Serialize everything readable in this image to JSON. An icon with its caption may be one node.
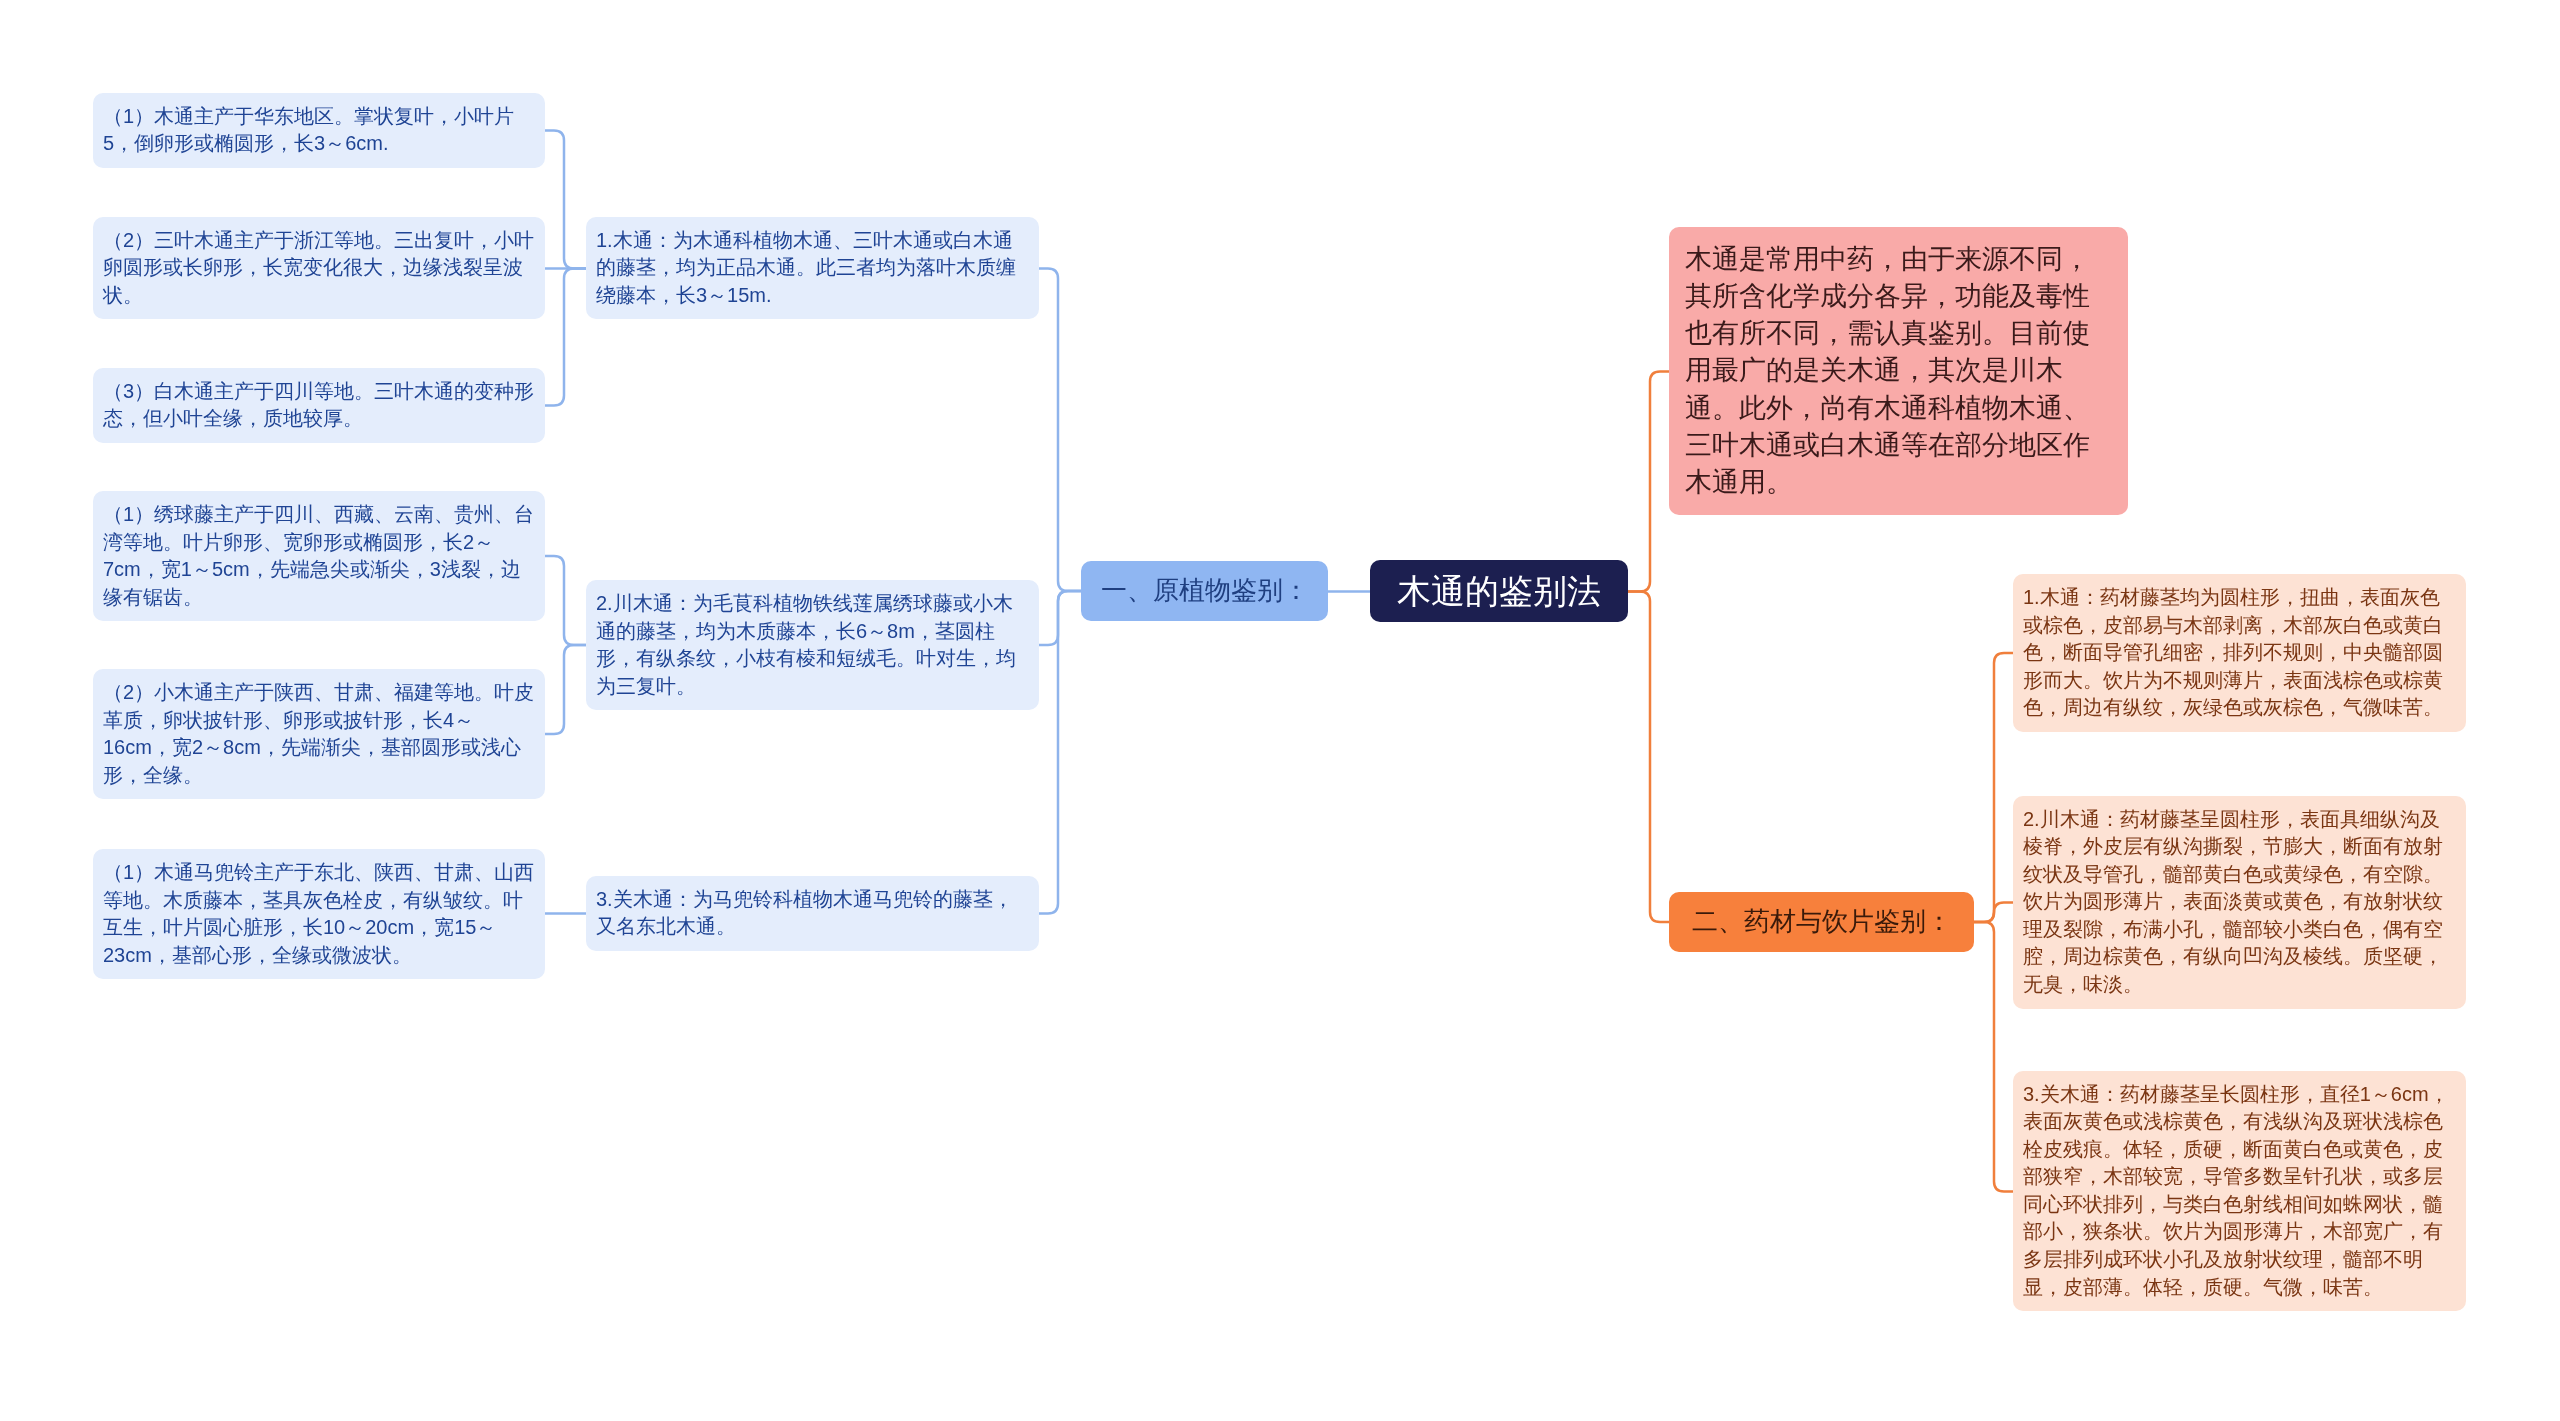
{
  "diagram": {
    "nodes": [
      {
        "text": [
          "木通的鉴别法"
        ]
      },
      {
        "text": [
          "一、原植物鉴别："
        ]
      },
      {
        "text": [
          "1.木通：为木通科植物木通、三叶木通或白木通的藤茎，均为正品木通。此三者均为落叶木质缠绕藤本，长3～15m."
        ]
      },
      {
        "text": [
          "（1）木通主产于华东地区。掌状复叶，小叶片5，倒卵形或椭圆形，长3～6cm."
        ]
      },
      {
        "text": [
          "（2）三叶木通主产于浙江等地。三出复叶，小叶卵圆形或长卵形，长宽变化很大，边缘浅裂呈波状。"
        ]
      },
      {
        "text": [
          "（3）白木通主产于四川等地。三叶木通的变种形态，但小叶全缘，质地较厚。"
        ]
      },
      {
        "text": [
          "2.川木通：为毛茛科植物铁线莲属绣球藤或小木通的藤茎，均为木质藤本，长6～8m，茎圆柱形，有纵条纹，小枝有棱和短绒毛。叶对生，均为三复叶。"
        ]
      },
      {
        "text": [
          "（1）绣球藤主产于四川、西藏、云南、贵州、台湾等地。叶片卵形、宽卵形或椭圆形，长2～7cm，宽1～5cm，先端急尖或渐尖，3浅裂，边缘有锯齿。"
        ]
      },
      {
        "text": [
          "（2）小木通主产于陕西、甘肃、福建等地。叶皮革质，卵状披针形、卵形或披针形，长4～16cm，宽2～8cm，先端渐尖，基部圆形或浅心形，全缘。"
        ]
      },
      {
        "text": [
          "3.关木通：为马兜铃科植物木通马兜铃的藤茎，又名东北木通。"
        ]
      },
      {
        "text": [
          "（1）木通马兜铃主产于东北、陕西、甘肃、山西等地。木质藤本，茎具灰色栓皮，有纵皱纹。叶互生，叶片圆心脏形，长10～20cm，宽15～23cm，基部心形，全缘或微波状。"
        ]
      },
      {
        "text": [
          "木通是常用中药，由于来源不同，其所含化学成分各异，功能及毒性也有所不同，需认真鉴别。目前使用最广的是关木通，其次是川木通。此外，尚有木通科植物木通、三叶木通或白木通等在部分地区作木通用。"
        ]
      },
      {
        "text": [
          "二、药材与饮片鉴别："
        ]
      },
      {
        "text": [
          "1.木通：药材藤茎均为圆柱形，扭曲，表面灰色或棕色，皮部易与木部剥离，木部灰白色或黄白色，断面导管孔细密，排列不规则，中央髓部圆形而大。饮片为不规则薄片，表面浅棕色或棕黄色，周边有纵纹，灰绿色或灰棕色，气微味苦。"
        ]
      },
      {
        "text": [
          "2.川木通：药材藤茎呈圆柱形，表面具细纵沟及棱脊，外皮层有纵沟撕裂，节膨大，断面有放射纹状及导管孔，髓部黄白色或黄绿色，有空隙。饮片为圆形薄片，表面淡黄或黄色，有放射状纹理及裂隙，布满小孔，髓部较小类白色，偶有空腔，周边棕黄色，有纵向凹沟及棱线。质坚硬，无臭，味淡。"
        ]
      },
      {
        "text": [
          "3.关木通：药材藤茎呈长圆柱形，直径1～6cm，表面灰黄色或浅棕黄色，有浅纵沟及斑状浅棕色栓皮残痕。体轻，质硬，断面黄白色或黄色，皮部狭窄，木部较宽，导管多数呈针孔状，或多层同心环状排列，与类白色射线相间如蛛网状，髓部小，狭条状。饮片为圆形薄片，木部宽广，有多层排列成环状小孔及放射状纹理，髓部不明显，皮部薄。体轻，质硬。气微，味苦。"
        ]
      }
    ],
    "edges": [
      {
        "from": 0,
        "to": 1,
        "arrow": "none"
      },
      {
        "from": 1,
        "to": 2,
        "arrow": "none"
      },
      {
        "from": 2,
        "to": 3,
        "arrow": "none"
      },
      {
        "from": 2,
        "to": 4,
        "arrow": "none"
      },
      {
        "from": 2,
        "to": 5,
        "arrow": "none"
      },
      {
        "from": 1,
        "to": 6,
        "arrow": "none"
      },
      {
        "from": 6,
        "to": 7,
        "arrow": "none"
      },
      {
        "from": 6,
        "to": 8,
        "arrow": "none"
      },
      {
        "from": 1,
        "to": 9,
        "arrow": "none"
      },
      {
        "from": 9,
        "to": 10,
        "arrow": "none"
      },
      {
        "from": 0,
        "to": 11,
        "arrow": "none",
        "color": "#f07f3c"
      },
      {
        "from": 0,
        "to": 12,
        "arrow": "none",
        "color": "#f07f3c"
      },
      {
        "from": 12,
        "to": 13,
        "arrow": "none",
        "color": "#f07f3c"
      },
      {
        "from": 12,
        "to": 14,
        "arrow": "none",
        "color": "#f07f3c"
      },
      {
        "from": 12,
        "to": 15,
        "arrow": "none",
        "color": "#f07f3c"
      }
    ]
  }
}
